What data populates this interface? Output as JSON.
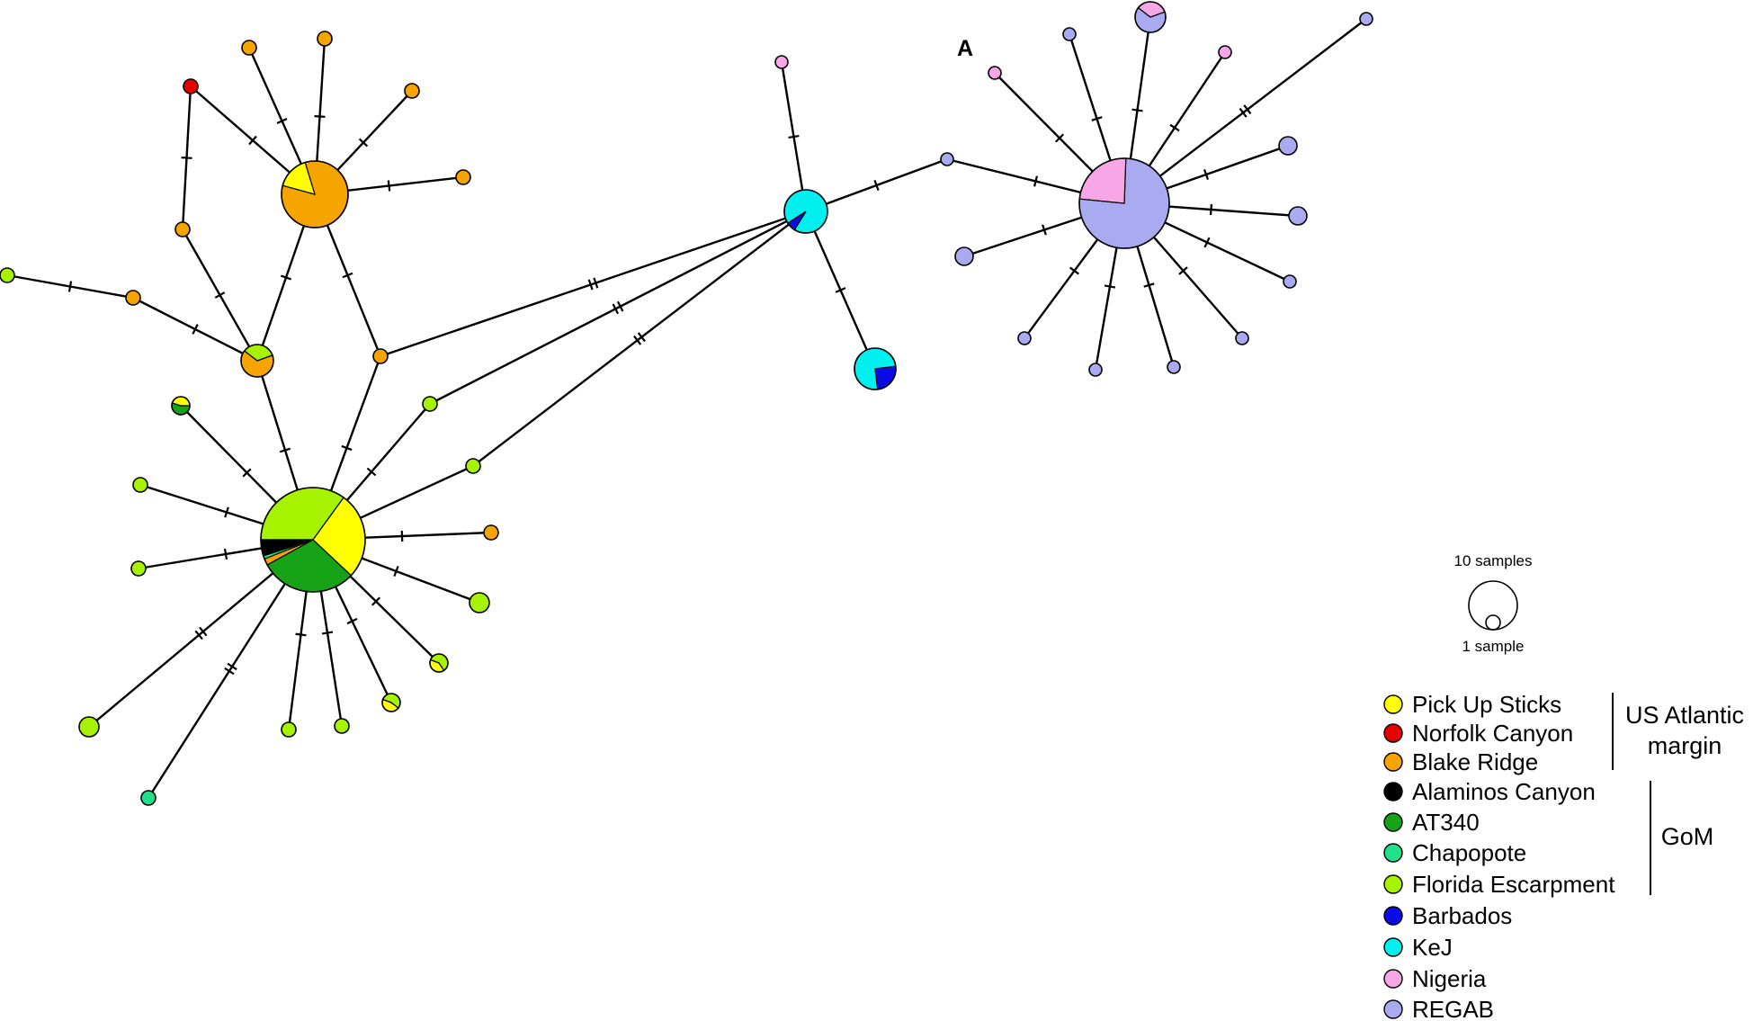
{
  "network_label": "A",
  "scale": {
    "large_label": "10 samples",
    "small_label": "1 sample"
  },
  "legend": {
    "items": [
      {
        "label": "Pick Up Sticks",
        "color": "#ffff00"
      },
      {
        "label": "Norfolk Canyon",
        "color": "#e80000"
      },
      {
        "label": "Blake Ridge",
        "color": "#f6a500"
      },
      {
        "label": "Alaminos Canyon",
        "color": "#000000"
      },
      {
        "label": "AT340",
        "color": "#17a317"
      },
      {
        "label": "Chapopote",
        "color": "#20e08a"
      },
      {
        "label": "Florida Escarpment",
        "color": "#a6f200"
      },
      {
        "label": "Barbados",
        "color": "#0a0ae6"
      },
      {
        "label": "KeJ",
        "color": "#00f0f0"
      },
      {
        "label": "Nigeria",
        "color": "#f7a6e6"
      },
      {
        "label": "REGAB",
        "color": "#aaaaf0"
      }
    ],
    "groups": [
      {
        "label_lines": [
          "US Atlantic",
          "margin"
        ]
      },
      {
        "label_lines": [
          "GoM"
        ]
      }
    ]
  }
}
